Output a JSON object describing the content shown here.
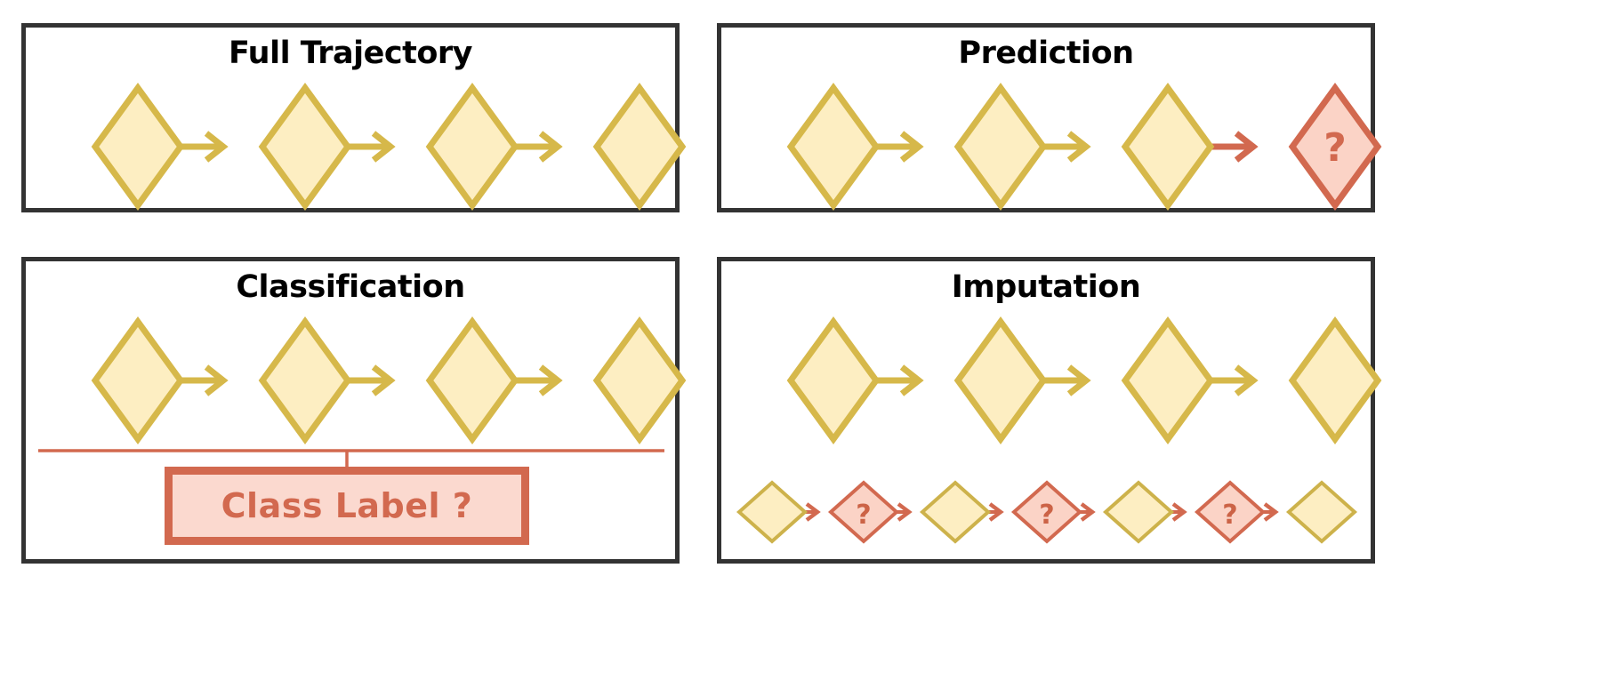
{
  "figure": {
    "background": "#ffffff",
    "panel_border_color": "#333333"
  },
  "colors": {
    "node_fill": "#fdeec2",
    "node_stroke": "#d4b martin",
    "node_stroke_hex": "#d6b84a",
    "missing_fill": "#fbd3c6",
    "missing_stroke": "#d2694f",
    "arrow_known": "#d6b84a",
    "arrow_missing": "#d2694f",
    "title_color": "#000000",
    "class_label_text": "#d2694f"
  },
  "panels": [
    {
      "id": "full-trajectory",
      "title": "Full Trajectory",
      "nodes": [
        {
          "label": "",
          "state": "known"
        },
        {
          "label": "",
          "state": "known"
        },
        {
          "label": "",
          "state": "known"
        },
        {
          "label": "",
          "state": "known"
        }
      ],
      "arrows": [
        "known",
        "known",
        "known"
      ]
    },
    {
      "id": "prediction",
      "title": "Prediction",
      "nodes": [
        {
          "label": "",
          "state": "known"
        },
        {
          "label": "",
          "state": "known"
        },
        {
          "label": "",
          "state": "known"
        },
        {
          "label": "?",
          "state": "missing"
        }
      ],
      "arrows": [
        "known",
        "known",
        "missing"
      ]
    },
    {
      "id": "classification",
      "title": "Classification",
      "nodes": [
        {
          "label": "",
          "state": "known"
        },
        {
          "label": "",
          "state": "known"
        },
        {
          "label": "",
          "state": "known"
        },
        {
          "label": "",
          "state": "known"
        }
      ],
      "arrows": [
        "known",
        "known",
        "known"
      ],
      "bracket": {
        "style": "horizontal-line",
        "color": "#d2694f"
      },
      "output_box": {
        "text": "Class Label ?",
        "fill": "#fbd9cf",
        "border": "#d2694f"
      }
    },
    {
      "id": "imputation",
      "title": "Imputation",
      "top_row": {
        "nodes": [
          {
            "label": "",
            "state": "known"
          },
          {
            "label": "",
            "state": "known"
          },
          {
            "label": "",
            "state": "known"
          },
          {
            "label": "",
            "state": "known"
          }
        ],
        "arrows": [
          "known",
          "known",
          "known"
        ]
      },
      "bottom_row": {
        "nodes": [
          {
            "label": "",
            "state": "known"
          },
          {
            "label": "?",
            "state": "missing"
          },
          {
            "label": "",
            "state": "known"
          },
          {
            "label": "?",
            "state": "missing"
          },
          {
            "label": "",
            "state": "known"
          },
          {
            "label": "?",
            "state": "missing"
          },
          {
            "label": "",
            "state": "known"
          }
        ],
        "arrows": [
          "missing",
          "missing",
          "missing",
          "missing",
          "missing",
          "missing"
        ]
      }
    }
  ]
}
